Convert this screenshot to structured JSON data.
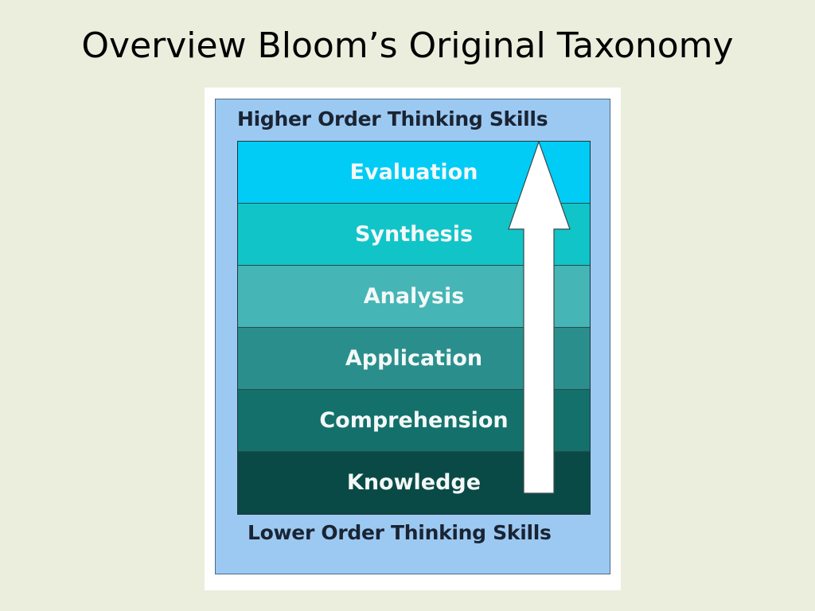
{
  "slide": {
    "title": "Overview Bloom’s Original Taxonomy"
  },
  "diagram": {
    "top_label": "Higher Order  Thinking Skills",
    "bottom_label": "Lower Order Thinking Skills",
    "levels": [
      {
        "label": "Evaluation",
        "color": "#00ccf6"
      },
      {
        "label": "Synthesis",
        "color": "#11c4c8"
      },
      {
        "label": "Analysis",
        "color": "#45b5b5"
      },
      {
        "label": "Application",
        "color": "#2a8f8c"
      },
      {
        "label": "Comprehension",
        "color": "#13706a"
      },
      {
        "label": "Knowledge",
        "color": "#0a4a46"
      }
    ],
    "arrow_icon": "up-arrow-icon",
    "colors": {
      "background": "#ebeedd",
      "panel": "#9cc9f2",
      "arrow": "#ffffff"
    }
  }
}
